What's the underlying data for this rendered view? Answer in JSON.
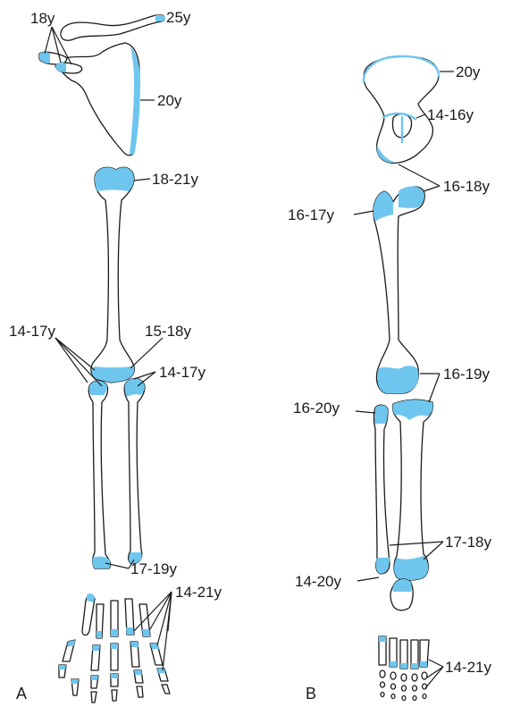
{
  "colors": {
    "epiphysis": "#6ec6ef",
    "outline": "#1a1a1a",
    "background": "#ffffff"
  },
  "panel_a": {
    "label": "A",
    "clavicle_sternal": "25y",
    "acromion_coracoid": "18y",
    "scapula_vertebral_border": "20y",
    "humerus_proximal": "18-21y",
    "humerus_medial_epicondyle": "14-17y",
    "humerus_distal": "15-18y",
    "forearm_proximal": "14-17y",
    "forearm_distal": "17-19y",
    "hand": "14-21y"
  },
  "panel_b": {
    "label": "B",
    "iliac_crest": "20y",
    "acetabulum": "14-16y",
    "ischial_tuberosity_femur_head": "16-18y",
    "greater_trochanter": "16-17y",
    "femur_distal_tibia_proximal": "16-19y",
    "fibula_proximal": "16-20y",
    "leg_distal": "17-18y",
    "calcaneus": "14-20y",
    "foot": "14-21y"
  }
}
